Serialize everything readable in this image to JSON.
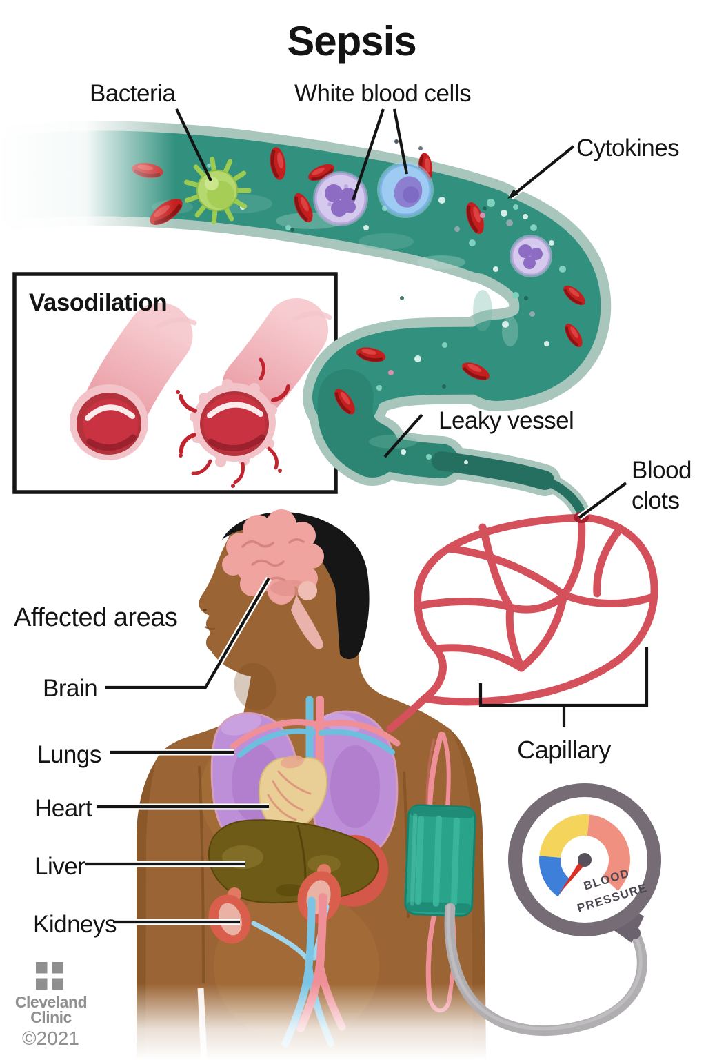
{
  "title": "Sepsis",
  "vessel_labels": {
    "bacteria": "Bacteria",
    "white_blood_cells": "White blood cells",
    "cytokines": "Cytokines",
    "leaky_vessel": "Leaky vessel",
    "blood_clots": [
      "Blood",
      "clots"
    ],
    "capillary": "Capillary"
  },
  "inset": {
    "title": "Vasodilation"
  },
  "body": {
    "heading": "Affected areas",
    "organs": [
      "Brain",
      "Lungs",
      "Heart",
      "Liver",
      "Kidneys"
    ]
  },
  "gauge": {
    "label": [
      "BLOOD",
      "PRESSURE"
    ]
  },
  "footer": {
    "brand": [
      "Cleveland",
      "Clinic"
    ],
    "copyright": "©2021"
  },
  "colors": {
    "vessel_lumen": "#2f8d7c",
    "vessel_wall": "#a9c6bd",
    "red_blood_cell": "#c41f1f",
    "bacteria": "#b5d96e",
    "wbc_lavender": "#d6c9ee",
    "wbc_blue": "#9ecbf2",
    "capillary": "#d4505a",
    "skin": "#9b6434",
    "hair": "#161616",
    "brain": "#efa49f",
    "lungs": "#bd8fd8",
    "heart": "#e9cf95",
    "liver": "#6e5b17",
    "kidneys": "#d95f4c",
    "cuff": "#2aa38b",
    "gauge_blue": "#3d7fd9",
    "gauge_yellow": "#f5d45c",
    "gauge_salmon": "#f09080",
    "needle": "#d92f25",
    "label": "#141414",
    "brand_gray": "#8f8f8f"
  }
}
